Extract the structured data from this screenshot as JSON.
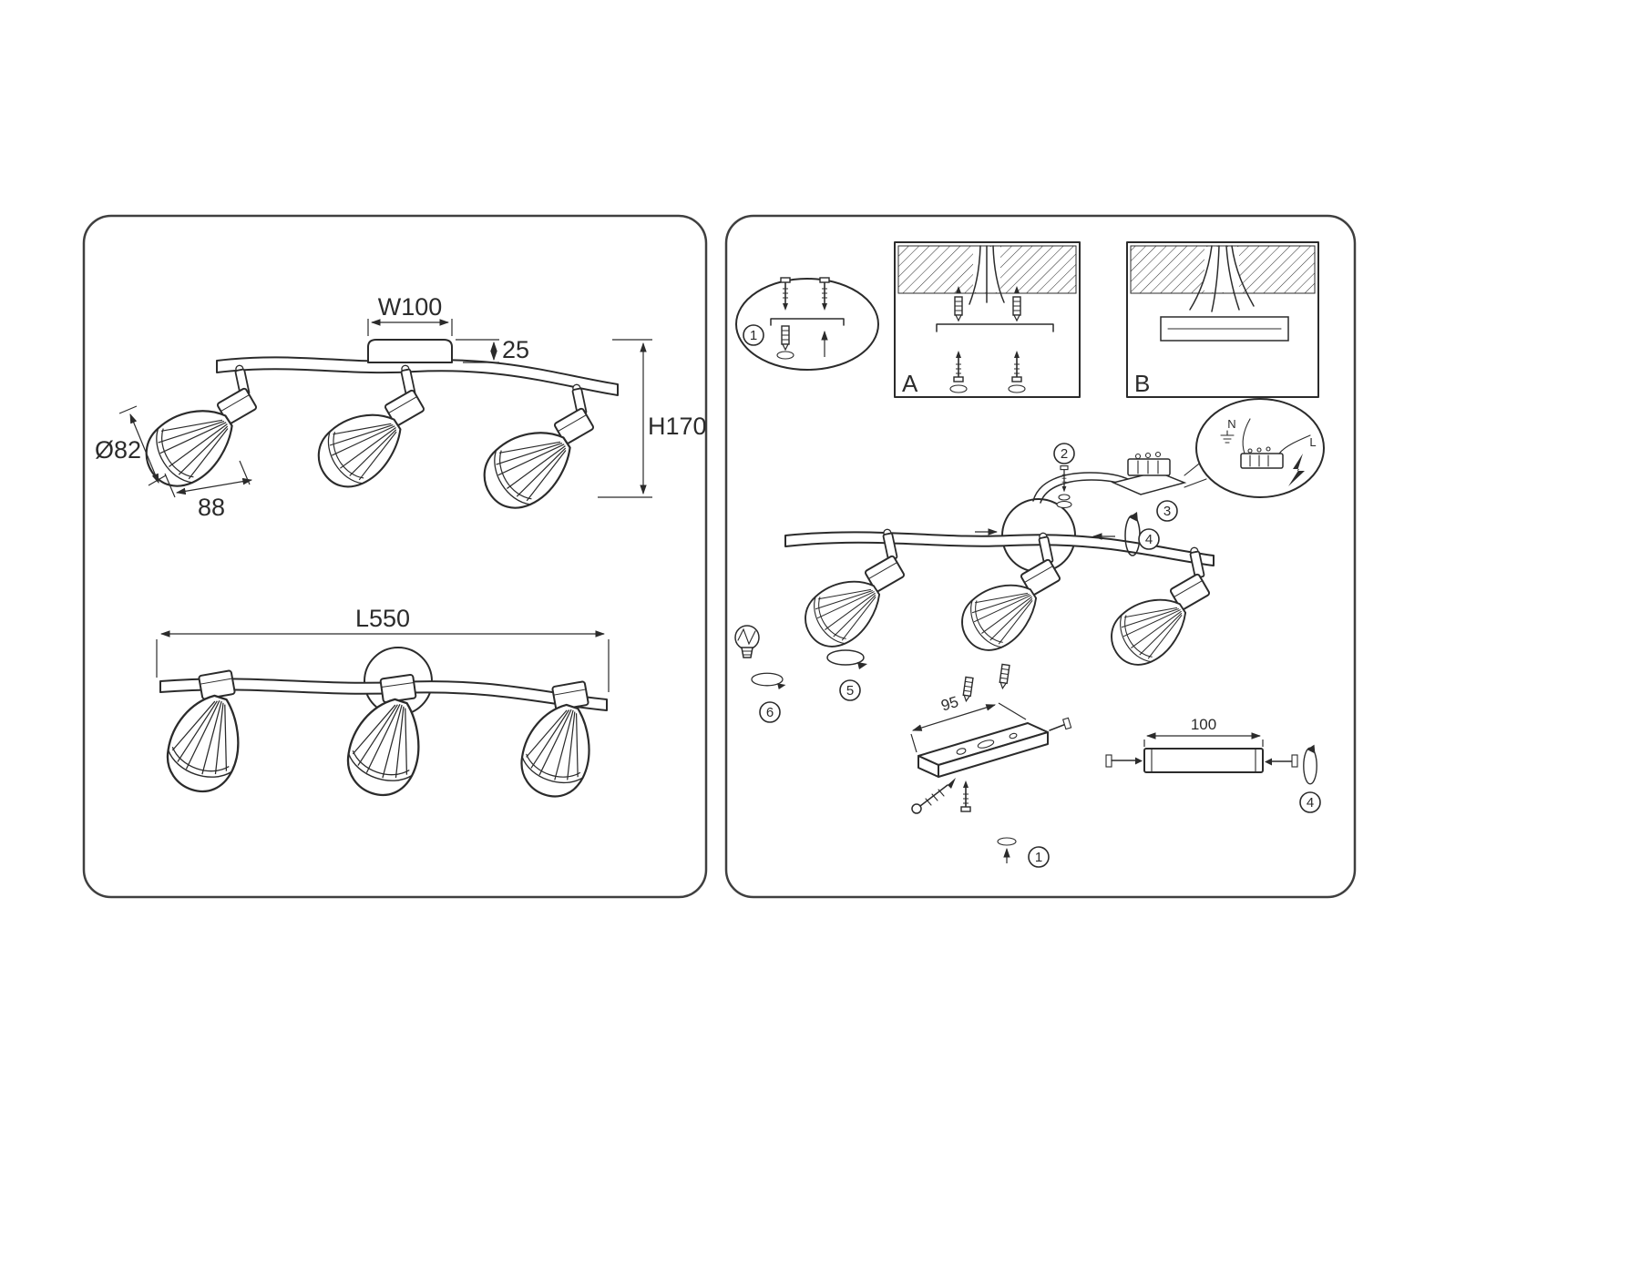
{
  "colors": {
    "line": "#2b2b2b",
    "background": "#ffffff"
  },
  "left_panel": {
    "top_view": {
      "width_label": "W100",
      "canopy_depth_label": "25",
      "height_label": "H170",
      "shade_diameter_label": "Ø82",
      "shade_width_label": "88"
    },
    "bottom_view": {
      "length_label": "L550"
    }
  },
  "right_panel": {
    "mount_options": {
      "option_a_label": "A",
      "option_b_label": "B"
    },
    "steps": {
      "step1": "1",
      "step2": "2",
      "step3": "3",
      "step4": "4",
      "step5": "5",
      "step6": "6"
    },
    "wiring": {
      "neutral_label": "N",
      "live_label": "L"
    },
    "bracket_dim_label": "95",
    "rod_dim_label": "100"
  }
}
